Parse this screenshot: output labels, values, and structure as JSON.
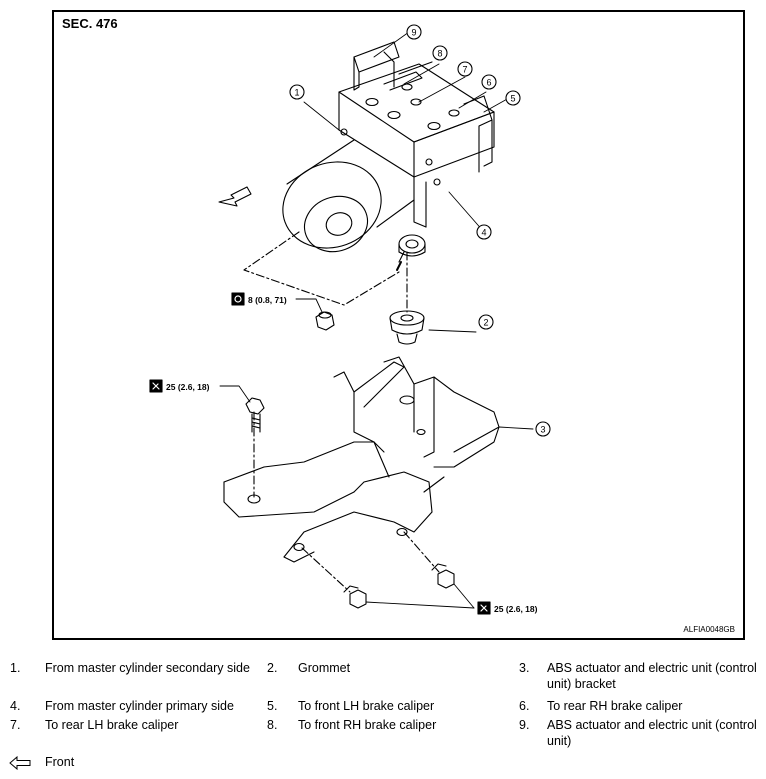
{
  "figure": {
    "section": "SEC. 476",
    "figure_id": "ALFIA0048GB",
    "callouts": [
      "1",
      "2",
      "3",
      "4",
      "5",
      "6",
      "7",
      "8",
      "9"
    ],
    "torques": {
      "actuator_nut": "8 (0.8, 71)",
      "bracket_bolt_upper": "25 (2.6, 18)",
      "bracket_bolts_lower": "25 (2.6, 18)"
    }
  },
  "legend": {
    "items": [
      {
        "num": "1.",
        "text": "From master cylinder secondary side"
      },
      {
        "num": "2.",
        "text": "Grommet"
      },
      {
        "num": "3.",
        "text": "ABS actuator and electric unit (control",
        "text2": "unit) bracket"
      },
      {
        "num": "4.",
        "text": "From master cylinder primary side"
      },
      {
        "num": "5.",
        "text": "To front LH brake caliper"
      },
      {
        "num": "6.",
        "text": "To rear RH brake caliper"
      },
      {
        "num": "7.",
        "text": "To rear LH brake caliper"
      },
      {
        "num": "8.",
        "text": "To front RH brake caliper"
      },
      {
        "num": "9.",
        "text": "ABS actuator and electric unit (control",
        "text2": "unit)"
      }
    ],
    "front_label": "Front",
    "front_icon": "arrow-left-outline-icon"
  }
}
